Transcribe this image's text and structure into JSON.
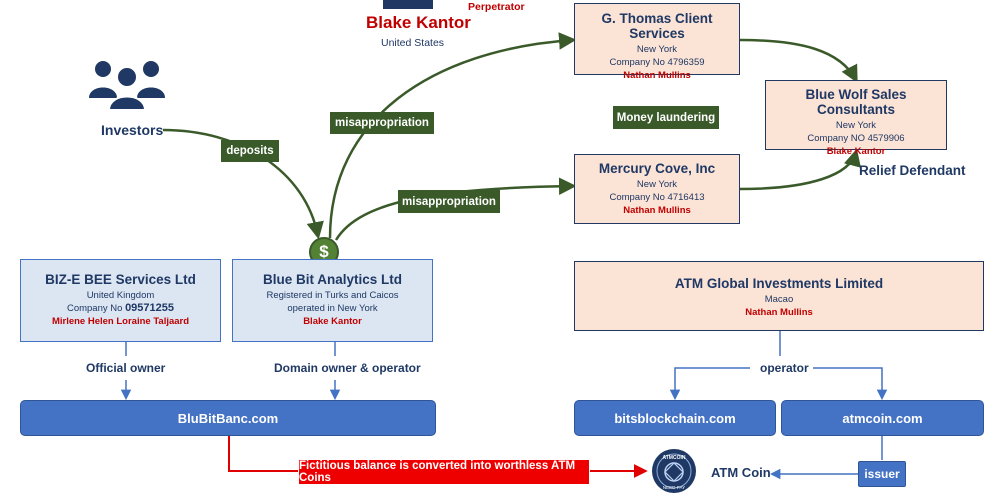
{
  "perpetrator": {
    "role": "Perpetrator",
    "name": "Blake Kantor",
    "country": "United States"
  },
  "investors": {
    "label": "Investors"
  },
  "flows": {
    "deposits": "deposits",
    "misappropriation_top": "misappropriation",
    "misappropriation_mid": "misappropriation",
    "money_laundering": "Money laundering",
    "relief_defendant": "Relief Defendant",
    "dollar": "$"
  },
  "g_thomas": {
    "title": "G. Thomas Client Services",
    "city": "New York",
    "company_no": "Company No 4796359",
    "person": "Nathan Mullins"
  },
  "blue_wolf": {
    "title": "Blue Wolf Sales Consultants",
    "city": "New York",
    "company_no": "Company NO 4579906",
    "person": "Blake Kantor"
  },
  "mercury": {
    "title": "Mercury Cove, Inc",
    "city": "New York",
    "company_no": "Company No 4716413",
    "person": "Nathan Mullins"
  },
  "bize": {
    "title": "BIZ-E BEE Services Ltd",
    "country": "United Kingdom",
    "company_no_prefix": "Company No ",
    "company_no": "09571255",
    "person": "Mirlene Helen Loraine Taljaard"
  },
  "bluebit": {
    "title": "Blue Bit Analytics Ltd",
    "line1": "Registered in Turks and Caicos",
    "line2": "operated in New York",
    "person": "Blake Kantor"
  },
  "atm_global": {
    "title": "ATM Global Investments Limited",
    "city": "Macao",
    "person": "Nathan Mullins"
  },
  "roles": {
    "official_owner": "Official owner",
    "domain_owner": "Domain owner & operator",
    "operator": "operator",
    "issuer": "issuer"
  },
  "sites": {
    "blubitbanc": "BluBitBanc.com",
    "bitsblockchain": "bitsblockchain.com",
    "atmcoin": "atmcoin.com"
  },
  "conversion": "Fictitious balance is converted into worthless ATM Coins",
  "atm_coin": {
    "label": "ATM Coin",
    "logo_top": "ATMCOIN",
    "logo_bottom": "NEED-PAY"
  },
  "colors": {
    "navy": "#1f3864",
    "blue": "#4472c4",
    "green": "#3a5a2a",
    "red": "#e00000",
    "pink": "#fbe3d6",
    "lightblue": "#dce6f3"
  }
}
